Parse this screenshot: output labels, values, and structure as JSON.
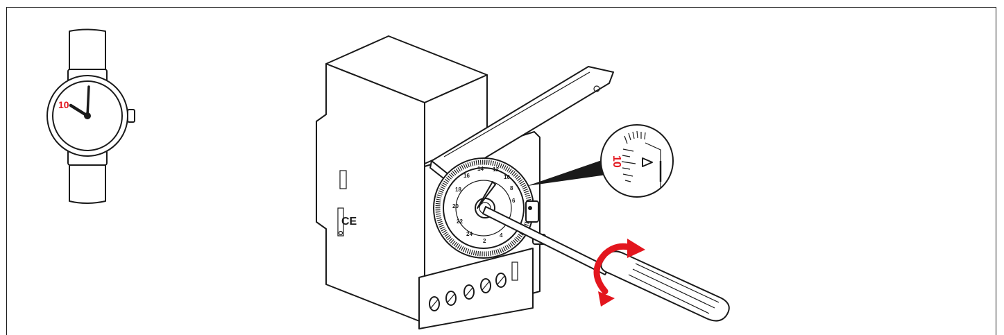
{
  "watch": {
    "hour_label": "10"
  },
  "dial": {
    "numbers": [
      "6",
      "8",
      "10",
      "12",
      "14",
      "16",
      "18",
      "20",
      "22",
      "24",
      "2",
      "4"
    ]
  },
  "device": {
    "ce_mark": "CE"
  },
  "magnifier": {
    "label": "10"
  },
  "colors": {
    "line": "#1a1a1a",
    "accent": "#e3161e",
    "background": "#ffffff"
  },
  "icons": [
    "wristwatch-icon",
    "timer-device-icon",
    "screwdriver-icon",
    "rotate-arrow-icon",
    "magnifier-icon"
  ]
}
